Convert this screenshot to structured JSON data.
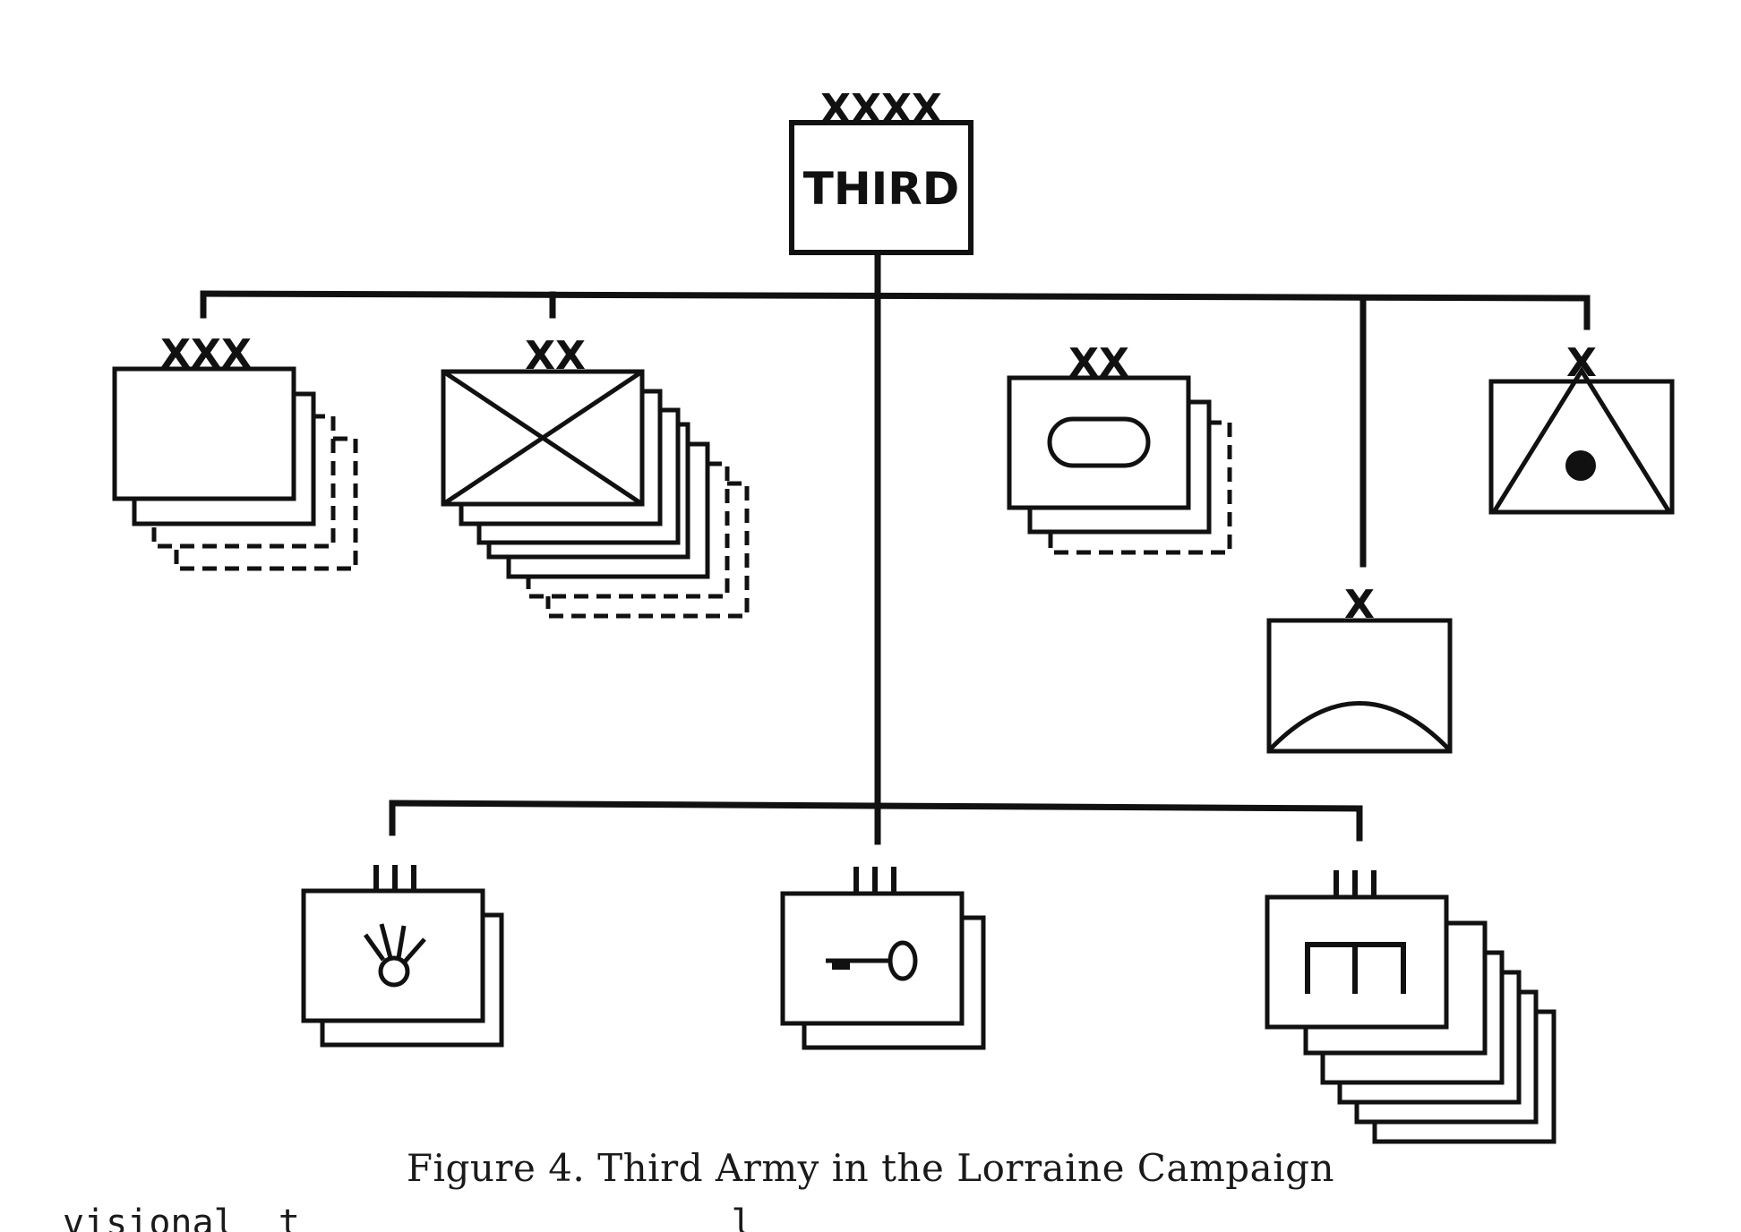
{
  "hq": {
    "echelon": "XXXX",
    "label": "THIRD"
  },
  "units": {
    "corps": {
      "echelon": "XXX",
      "symbol": "blank",
      "copies": 4
    },
    "infantry_divisions": {
      "echelon": "XX",
      "symbol": "infantry-cross",
      "copies": 7
    },
    "armored_divisions": {
      "echelon": "XX",
      "symbol": "armor-oval",
      "copies": 3
    },
    "cavalry_group": {
      "echelon": "X",
      "symbol": "arc"
    },
    "artillery_brigade": {
      "echelon": "X",
      "symbol": "triangle-dot"
    },
    "signal_units": {
      "echelon": "III",
      "symbol": "signal-lightning",
      "copies": 2
    },
    "military_police_units": {
      "echelon": "III",
      "symbol": "key",
      "copies": 2
    },
    "engineer_units": {
      "echelon": "III",
      "symbol": "engineer-castle",
      "copies": 6
    }
  },
  "caption": "Figure 4.   Third Army in the Lorraine Campaign",
  "cut_text": "visional  t                    l"
}
